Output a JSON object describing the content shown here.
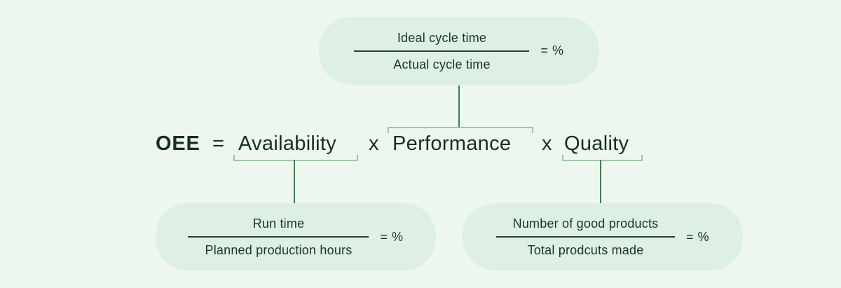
{
  "colors": {
    "background": "#eef6f0",
    "box_background": "#def0e3",
    "text": "#1d3429",
    "formula_text": "#16301f",
    "connector_line": "#417e55",
    "bracket_line": "#9cc7a5"
  },
  "formula": {
    "result": "OEE",
    "equals_sign": "=",
    "multiply_sign": "x",
    "terms": {
      "availability": "Availability",
      "performance": "Performance",
      "quality": "Quality"
    }
  },
  "fraction_boxes": {
    "performance": {
      "numerator": "Ideal cycle time",
      "denominator": "Actual cycle time",
      "result": "= %"
    },
    "availability": {
      "numerator": "Run time",
      "denominator": "Planned production hours",
      "result": "= %"
    },
    "quality": {
      "numerator": "Number of good products",
      "denominator": "Total prodcuts made",
      "result": "= %"
    }
  }
}
